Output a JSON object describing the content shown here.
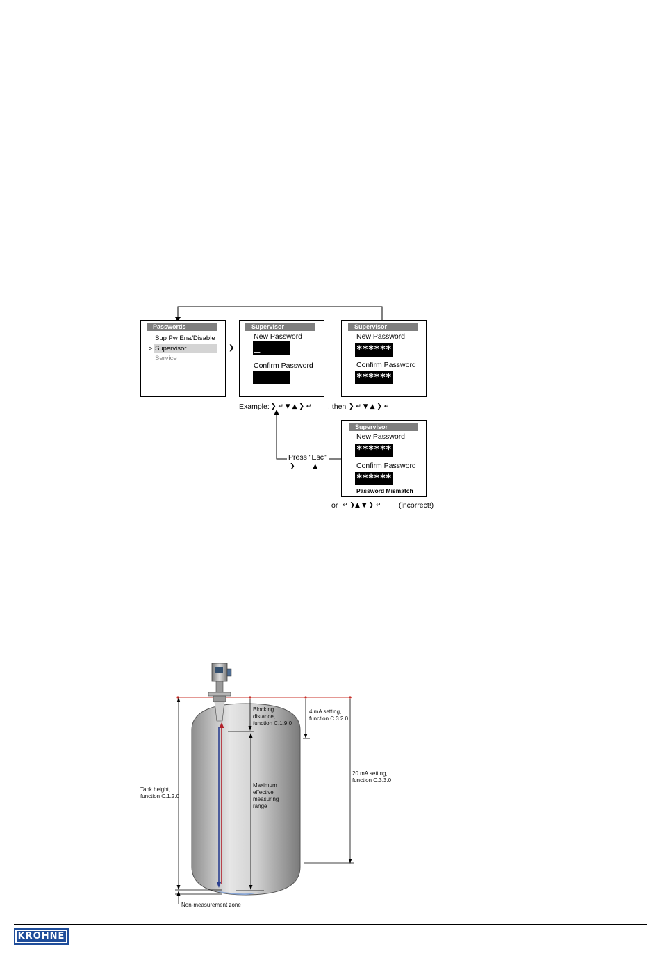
{
  "screen1": {
    "header": "Passwords",
    "items": [
      "Sup Pw Ena/Disable",
      "Supervisor",
      "Service"
    ],
    "cursor": ">"
  },
  "arrow_right": "❯",
  "screen2": {
    "header": "Supervisor",
    "new_label": "New Password",
    "new_value": "_",
    "confirm_label": "Confirm Password"
  },
  "screen3": {
    "header": "Supervisor",
    "new_label": "New Password",
    "new_value": "******",
    "confirm_label": "Confirm Password",
    "confirm_value": "******"
  },
  "example": {
    "label": "Example:",
    "keys1": "❯ ↵ ▼ ▲ ❯ ↵",
    "then": ", then",
    "keys2": "❯ ↵ ▼ ▲ ❯ ↵"
  },
  "esc": {
    "label": "Press \"Esc\"",
    "keys": "❯         ▲"
  },
  "screen4": {
    "header": "Supervisor",
    "new_label": "New Password",
    "new_value": "******",
    "confirm_label": "Confirm Password",
    "confirm_value": "******",
    "message": "Password Mismatch"
  },
  "incorrect": {
    "or": "or",
    "keys": "↵ ❯▲ ▼ ❯ ↵",
    "note": "(incorrect!)"
  },
  "tank": {
    "blocking": [
      "Blocking",
      "distance,",
      "function C.1.9.0"
    ],
    "four_ma": [
      "4 mA setting,",
      "function C.3.2.0"
    ],
    "twenty_ma": [
      "20 mA setting,",
      "function C.3.3.0"
    ],
    "tank_height": [
      "Tank height,",
      "function C.1.2.0"
    ],
    "max_range": [
      "Maximum",
      "effective",
      "measuring",
      "range"
    ],
    "non_measurement": "Non-measurement zone"
  },
  "footer": {
    "logo": "KROHNE"
  }
}
